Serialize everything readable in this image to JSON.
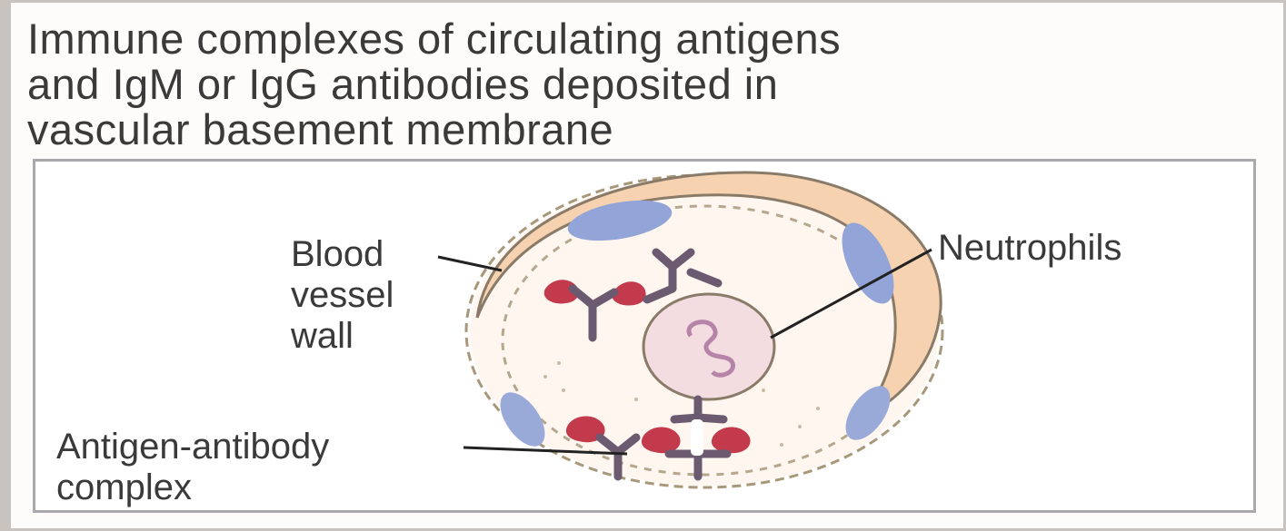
{
  "title_lines": [
    "Immune complexes of circulating antigens",
    "and IgM or IgG antibodies deposited in",
    "vascular basement membrane"
  ],
  "labels": {
    "blood_vessel_wall": [
      "Blood",
      "vessel",
      "wall"
    ],
    "neutrophils": "Neutrophils",
    "antigen_antibody_complex": [
      "Antigen-antibody",
      "complex"
    ]
  },
  "colors": {
    "vessel_wall": "#f6d2b0",
    "vessel_outline": "#8a7b69",
    "endothelial_nucleus": "#93a4d8",
    "antigen": "#c23a4c",
    "antibody": "#6b5a70",
    "neutrophil": "#f3dde0",
    "neutrophil_nucleus": "#b584a8",
    "leader_line": "#222222"
  }
}
